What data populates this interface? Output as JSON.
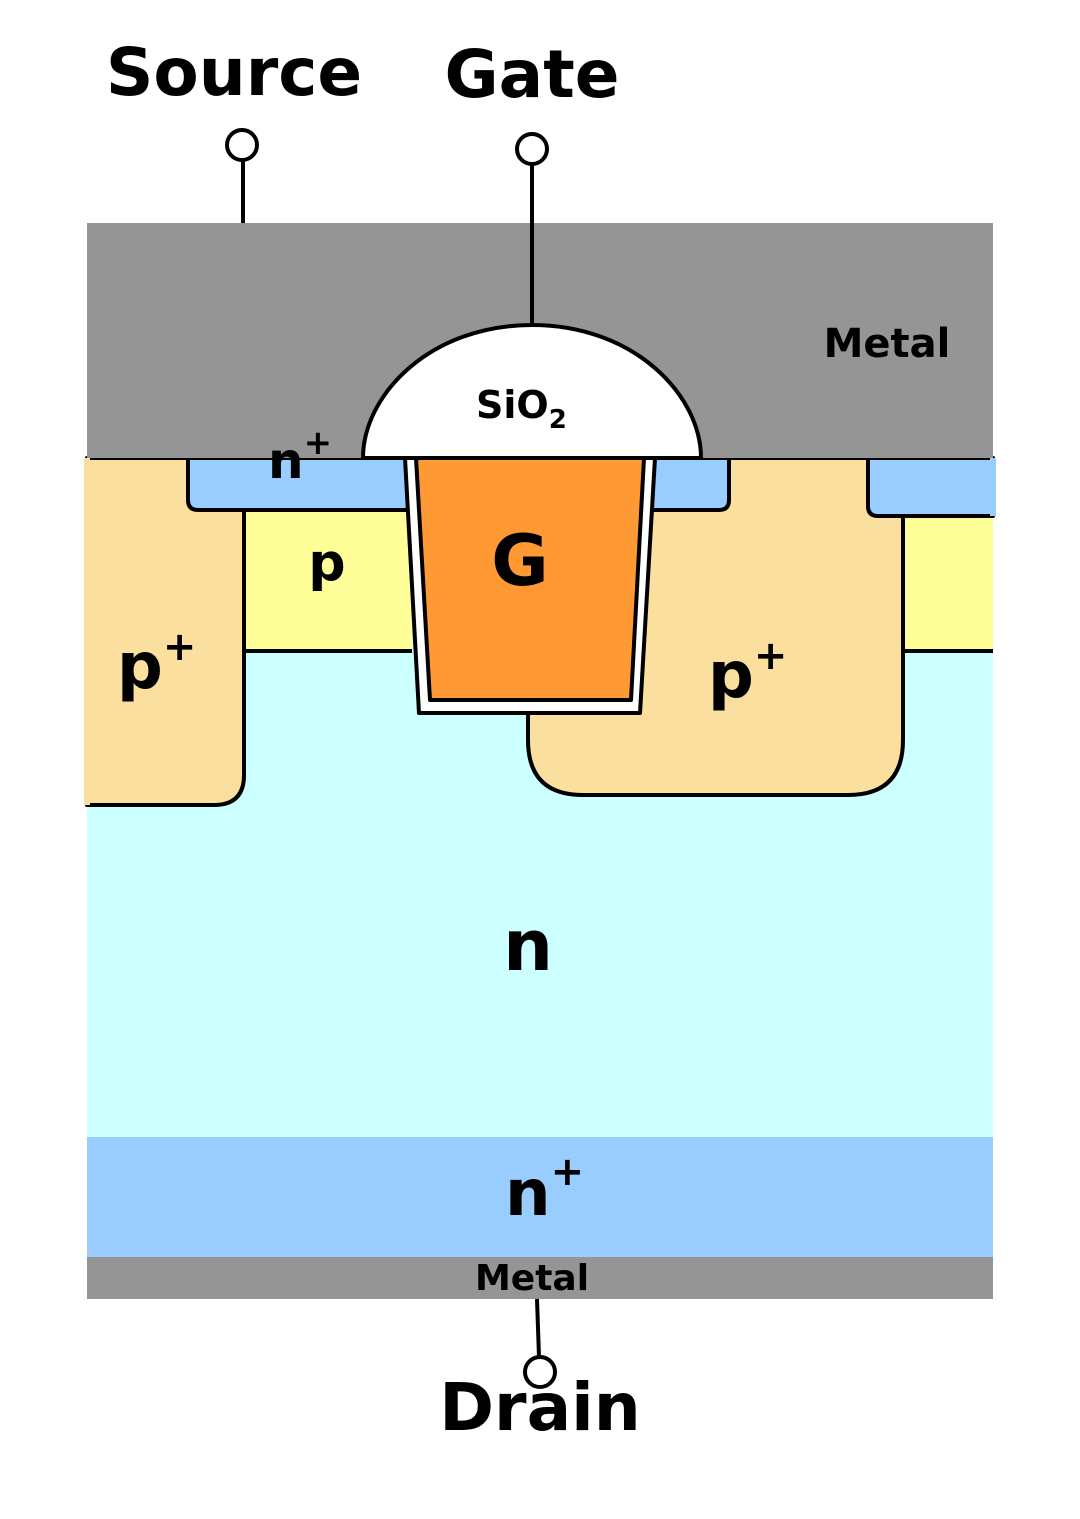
{
  "terminals": {
    "source": "Source",
    "gate": "Gate",
    "drain": "Drain"
  },
  "layers": {
    "top_metal": "Metal",
    "bottom_metal": "Metal",
    "oxide_main": "SiO",
    "oxide_sub": "2",
    "gate": "G",
    "source_implant_main": "n",
    "source_implant_sup": "+",
    "body": "p",
    "shield_left_main": "p",
    "shield_left_sup": "+",
    "shield_right_main": "p",
    "shield_right_sup": "+",
    "drift": "n",
    "substrate_main": "n",
    "substrate_sup": "+"
  },
  "colors": {
    "metal": "#959595",
    "n_plus": "#99ccff",
    "p_plus": "#fbdf9e",
    "p_body": "#ffff99",
    "n_drift": "#ccffff",
    "gate": "#ff9933",
    "oxide": "#ffffff"
  }
}
